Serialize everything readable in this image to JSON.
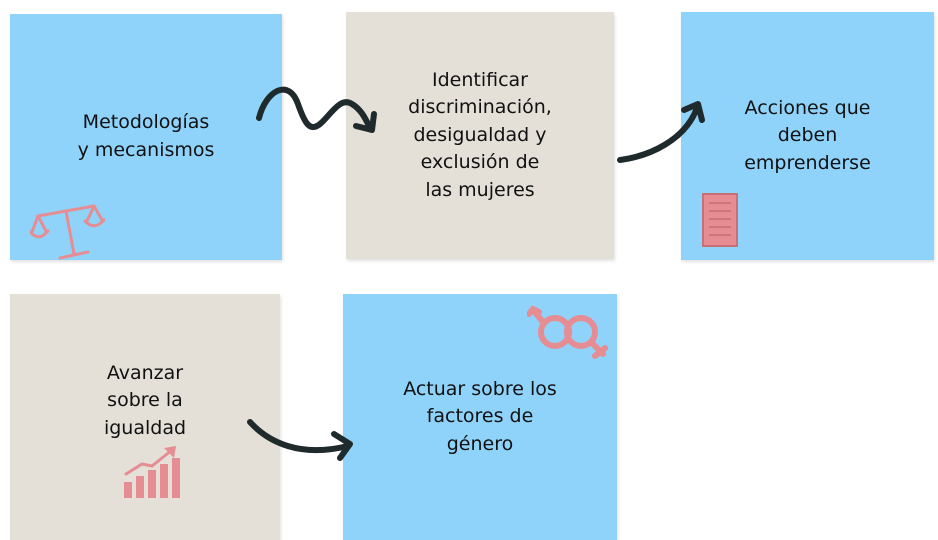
{
  "colors": {
    "card_blue": "#8fd3fb",
    "card_beige": "#e4e0d8",
    "icon_pink": "#e58d92",
    "arrow": "#1f2a2c"
  },
  "cards": [
    {
      "text": "Metodologías\ny mecanismos",
      "icon": "scales-icon"
    },
    {
      "text": "Identificar\ndiscriminación,\ndesigualdad y\nexclusión de\nlas mujeres"
    },
    {
      "text": "Acciones que\ndeben\nemprenderse",
      "icon": "checklist-icon"
    },
    {
      "text": "Avanzar\nsobre la\nigualdad",
      "icon": "growth-chart-icon"
    },
    {
      "text": "Actuar sobre los\nfactores de\ngénero",
      "icon": "gender-symbols-icon"
    }
  ],
  "arrows": [
    {
      "from": "Metodologías y mecanismos",
      "to": "Identificar discriminación, desigualdad y exclusión de las mujeres",
      "style": "wavy"
    },
    {
      "from": "Identificar discriminación, desigualdad y exclusión de las mujeres",
      "to": "Acciones que deben emprenderse",
      "style": "curved"
    },
    {
      "from": "Avanzar sobre la igualdad",
      "to": "Actuar sobre los factores de género",
      "style": "curved"
    }
  ]
}
